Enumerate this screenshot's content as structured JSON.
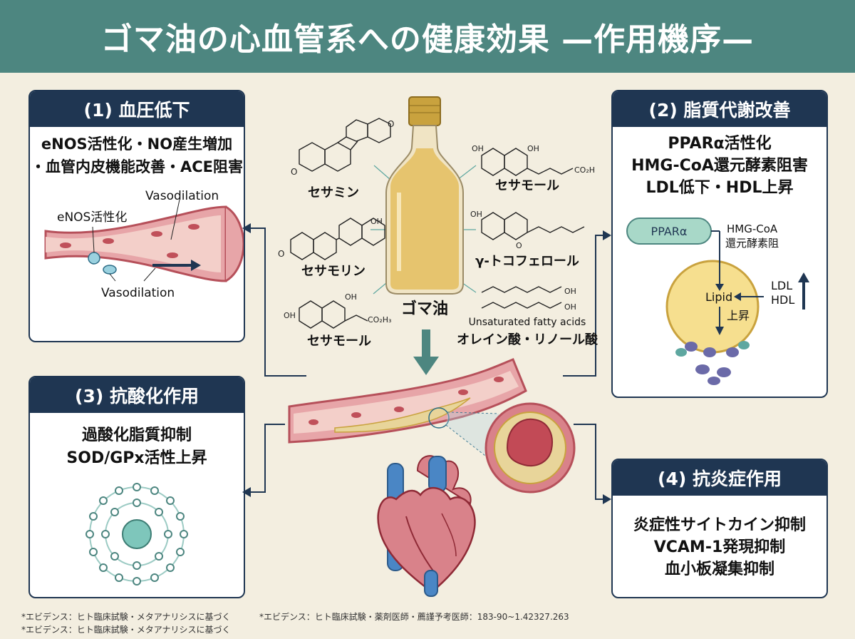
{
  "header": {
    "title": "ゴマ油の心血管系への健康効果 —作用機序—"
  },
  "panel1": {
    "title": "(1) 血圧低下",
    "lines": [
      "eNOS活性化・NO産生増加",
      "・血管内皮機能改善・ACE阻害"
    ],
    "label_enos": "eNOS活性化",
    "label_vaso_top": "Vasodilation",
    "label_vaso_bottom": "Vasodilation"
  },
  "panel2": {
    "title": "(2) 脂質代謝改善",
    "lines": [
      "PPARα活性化",
      "HMG-CoA還元酵素阻害",
      "LDL低下・HDL上昇"
    ],
    "ppar": "PPARα",
    "hmg_line1": "HMG-CoA",
    "hmg_line2": "還元酵素阻",
    "lipid": "Lipid",
    "ldl": "LDL",
    "hdl": "HDL",
    "up": "上昇"
  },
  "panel3": {
    "title": "(3) 抗酸化作用",
    "lines": [
      "過酸化脂質抑制",
      "SOD/GPx活性上昇"
    ]
  },
  "panel4": {
    "title": "(4) 抗炎症作用",
    "lines": [
      "炎症性サイトカイン抑制",
      "VCAM-1発現抑制",
      "血小板凝集抑制"
    ]
  },
  "center": {
    "oil_label": "ゴマ油",
    "compounds": {
      "sesamin": "セサミン",
      "sesamol_top": "セサモール",
      "sesamolin": "セサモリン",
      "tocopherol": "γ-トコフェロール",
      "sesamol_bottom": "セサモール",
      "fatty_en": "Unsaturated fatty acids",
      "fatty_jp": "オレイン酸・リノール酸"
    },
    "chem_labels": {
      "oh": "OH",
      "o": "O",
      "co2h": "CO₂H",
      "co2h3": "CO₂H₃"
    }
  },
  "footnotes": {
    "left1": "*エビデンス：ヒト臨床試験・メタアナリシスに基づく",
    "left2": "*エビデンス：ヒト臨床試験・メタアナリシスに基づく",
    "right": "*エビデンス：ヒト臨床試験・薬剤医師・薦謹予考医師：183-90~1.42327.263"
  },
  "colors": {
    "header": "#4d8680",
    "panel_title": "#1f3652",
    "background": "#f3eee0",
    "vessel": "#d9828a",
    "oil": "#e6c46e",
    "teal": "#5ea7a0"
  }
}
